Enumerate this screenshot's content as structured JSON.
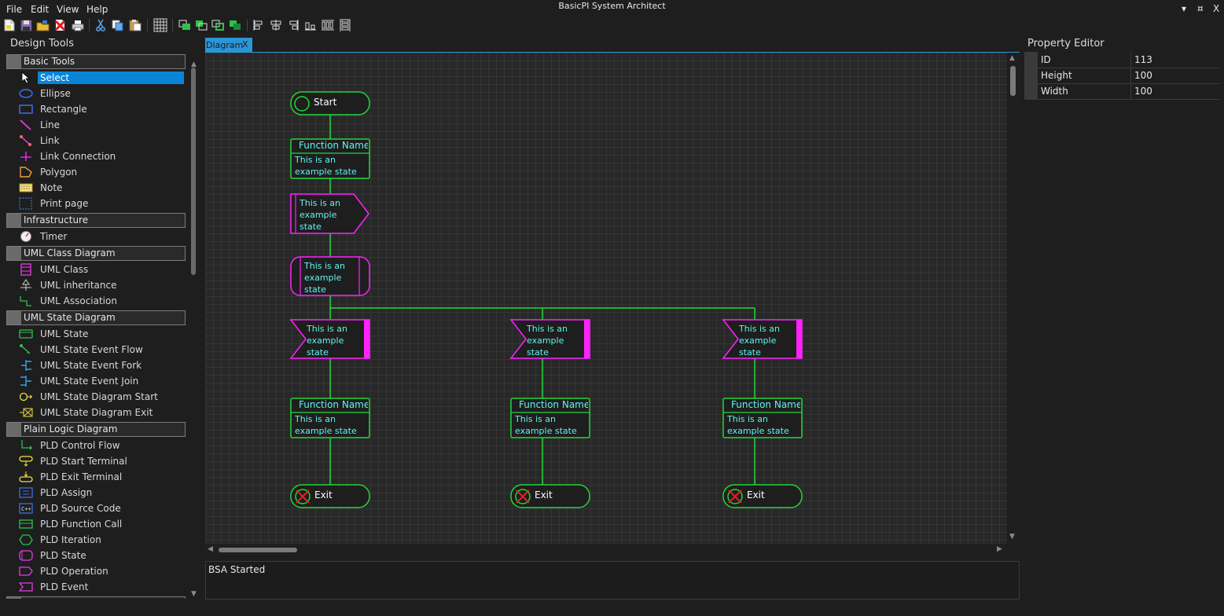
{
  "app": {
    "title": "BasicPI System Architect",
    "menu": [
      "File",
      "Edit",
      "View",
      "Help"
    ],
    "window_controls": [
      "▾",
      "¤",
      "X"
    ]
  },
  "design_tools": {
    "title": "Design Tools",
    "categories": [
      {
        "label": "Basic Tools",
        "items": [
          {
            "label": "Select",
            "icon": "cursor-icon",
            "selected": true
          },
          {
            "label": "Ellipse",
            "icon": "ellipse-icon"
          },
          {
            "label": "Rectangle",
            "icon": "rectangle-icon"
          },
          {
            "label": "Line",
            "icon": "line-icon"
          },
          {
            "label": "Link",
            "icon": "link-icon"
          },
          {
            "label": "Link Connection",
            "icon": "link-connection-icon"
          },
          {
            "label": "Polygon",
            "icon": "polygon-icon"
          },
          {
            "label": "Note",
            "icon": "note-icon"
          },
          {
            "label": "Print page",
            "icon": "print-page-icon"
          }
        ]
      },
      {
        "label": "Infrastructure",
        "items": [
          {
            "label": "Timer",
            "icon": "timer-icon"
          }
        ]
      },
      {
        "label": "UML Class Diagram",
        "items": [
          {
            "label": "UML Class",
            "icon": "uml-class-icon"
          },
          {
            "label": "UML inheritance",
            "icon": "uml-inheritance-icon"
          },
          {
            "label": "UML Association",
            "icon": "uml-association-icon"
          }
        ]
      },
      {
        "label": "UML State Diagram",
        "items": [
          {
            "label": "UML State",
            "icon": "uml-state-icon"
          },
          {
            "label": "UML State Event Flow",
            "icon": "uml-state-event-flow-icon"
          },
          {
            "label": "UML State Event Fork",
            "icon": "uml-state-event-fork-icon"
          },
          {
            "label": "UML State Event Join",
            "icon": "uml-state-event-join-icon"
          },
          {
            "label": "UML State Diagram Start",
            "icon": "uml-state-diagram-start-icon"
          },
          {
            "label": "UML State Diagram Exit",
            "icon": "uml-state-diagram-exit-icon"
          }
        ]
      },
      {
        "label": "Plain Logic Diagram",
        "items": [
          {
            "label": "PLD Control Flow",
            "icon": "pld-control-flow-icon"
          },
          {
            "label": "PLD Start Terminal",
            "icon": "pld-start-terminal-icon"
          },
          {
            "label": "PLD Exit Terminal",
            "icon": "pld-exit-terminal-icon"
          },
          {
            "label": "PLD Assign",
            "icon": "pld-assign-icon"
          },
          {
            "label": "PLD Source Code",
            "icon": "pld-source-code-icon"
          },
          {
            "label": "PLD Function Call",
            "icon": "pld-function-call-icon"
          },
          {
            "label": "PLD Iteration",
            "icon": "pld-iteration-icon"
          },
          {
            "label": "PLD State",
            "icon": "pld-state-icon"
          },
          {
            "label": "PLD Operation",
            "icon": "pld-operation-icon"
          },
          {
            "label": "PLD Event",
            "icon": "pld-event-icon"
          }
        ]
      }
    ]
  },
  "tab": {
    "label": "Diagram",
    "close": "X"
  },
  "diagram": {
    "start_label": "Start",
    "exit_label": "Exit",
    "function_title": "Function Name",
    "state_description": "This is an example state description"
  },
  "console": {
    "text": "BSA Started"
  },
  "property_editor": {
    "title": "Property Editor",
    "rows": [
      {
        "key": "ID",
        "value": "113"
      },
      {
        "key": "Height",
        "value": "100"
      },
      {
        "key": "Width",
        "value": "100"
      }
    ]
  },
  "colors": {
    "accent": "#2b95d6",
    "flow_green": "#22d63a",
    "state_magenta": "#ff22ff",
    "node_text_cyan": "#5ff5f0",
    "canvas_bg": "#282828"
  }
}
